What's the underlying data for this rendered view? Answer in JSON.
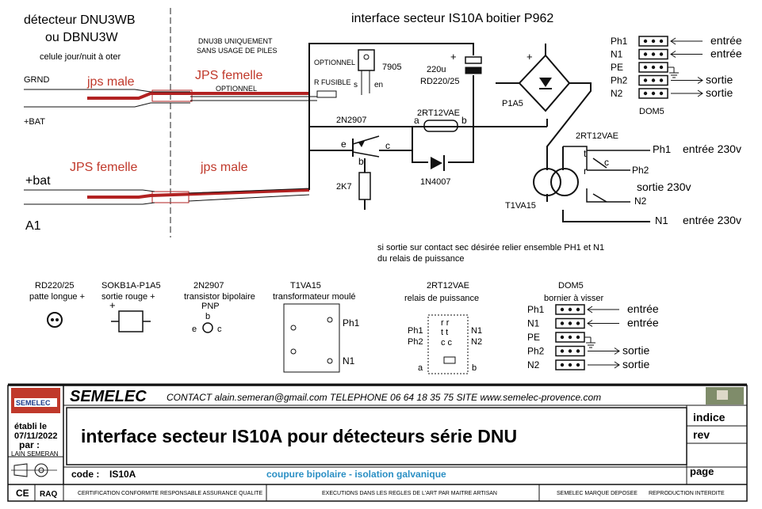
{
  "header": {
    "det_line1": "détecteur DNU3WB",
    "det_line2": "ou DBNU3W",
    "det_line3": "celule jour/nuit à oter",
    "title": "interface  secteur  IS10A   boitier P962",
    "dnu3b_note_1": "DNU3B UNIQUEMENT",
    "dnu3b_note_2": "SANS USAGE DE PILES"
  },
  "wires": {
    "grnd": "GRND",
    "bat_top": "+BAT",
    "bat_low": "+bat",
    "a1": "A1",
    "jps_male_top": "jps male",
    "jps_femelle_top": "JPS femelle",
    "optionnel_cable": "OPTIONNEL",
    "jps_femelle_low": "JPS femelle",
    "jps_male_low": "jps male"
  },
  "circuit": {
    "optionnel_box": "OPTIONNEL",
    "r_fusible": "R FUSIBLE",
    "s": "s",
    "en": "en",
    "reg": "7905",
    "cap_val": "220u",
    "cap_ref": "RD220/25",
    "plus": "+",
    "bridge": "P1A5",
    "transistor": "2N2907",
    "relay_top": "2RT12VAE",
    "a": "a",
    "b": "b",
    "e": "e",
    "c": "c",
    "bb": "b",
    "res": "2K7",
    "diode": "1N4007",
    "relay2": "2RT12VAE",
    "transformer": "T1VA15",
    "contact_t": "t",
    "contact_r": "r",
    "contact_c": "c",
    "out_ph1": "Ph1",
    "out_in1": "entrée 230v",
    "out_ph2": "Ph2",
    "out_sortie": "sortie  230v",
    "out_n2": "N2",
    "out_n1": "N1",
    "out_in2": "entrée 230v",
    "note1": "si sortie sur contact sec désirée relier ensemble PH1 et N1",
    "note2": "du relais de puissance"
  },
  "dom5_top": {
    "labels": [
      "Ph1",
      "N1",
      "PE",
      "Ph2",
      "N2"
    ],
    "funcs": [
      "entrée",
      "entrée",
      "",
      "sortie",
      "sortie"
    ],
    "name": "DOM5"
  },
  "legend": {
    "rd_1": "RD220/25",
    "rd_2": "patte longue +",
    "sok_1": "SOKB1A-P1A5",
    "sok_2": "sortie rouge +",
    "sok_plus": "+",
    "tr_1": "2N2907",
    "tr_2": "transistor bipolaire",
    "tr_3": "PNP",
    "tr_b": "b",
    "tr_e": "e",
    "tr_c": "c",
    "tf_1": "T1VA15",
    "tf_2": "transformateur moulé",
    "tf_ph1": "Ph1",
    "tf_n1": "N1",
    "rl_1": "2RT12VAE",
    "rl_2": "relais de puissance",
    "rl_rr": "r r",
    "rl_tt": "t t",
    "rl_cc": "c c",
    "rl_ph1": "Ph1",
    "rl_n1": "N1",
    "rl_ph2": "Ph2",
    "rl_n2": "N2",
    "rl_a": "a",
    "rl_b": "b",
    "dom_1": "DOM5",
    "dom_2": "bornier à visser",
    "dom_labels": [
      "Ph1",
      "N1",
      "PE",
      "Ph2",
      "N2"
    ],
    "dom_funcs": [
      "entrée",
      "entrée",
      "",
      "sortie",
      "sortie"
    ]
  },
  "titleblock": {
    "logo": "SEMELEC",
    "company": "SEMELEC",
    "contact": "CONTACT   alain.semeran@gmail.com       TELEPHONE     06 64 18 35 75   SITE    www.semelec-provence.com",
    "etabli": "établi le",
    "date": "07/11/2022",
    "par": "par :",
    "author": "LAIN SEMERAN",
    "main_title": "interface secteur IS10A pour détecteurs série DNU",
    "indice": "indice",
    "rev": "rev",
    "code_label": "code :",
    "code": "IS10A",
    "subtitle": "coupure bipolaire - isolation galvanique",
    "page": "page",
    "ce": "CE",
    "raq": "RAQ",
    "cert": "CERTIFICATION CONFORMITE RESPONSABLE ASSURANCE QUALITE",
    "exec": "EXECUTIONS DANS LES REGLES DE L'ART PAR MAITRE ARTISAN",
    "marque": "SEMELEC MARQUE DEPOSEE",
    "repro": "REPRODUCTION INTERDITE"
  },
  "colors": {
    "wire_red": "#b22222",
    "title_blue": "#2a8fc4",
    "logo_red": "#c0392b"
  }
}
